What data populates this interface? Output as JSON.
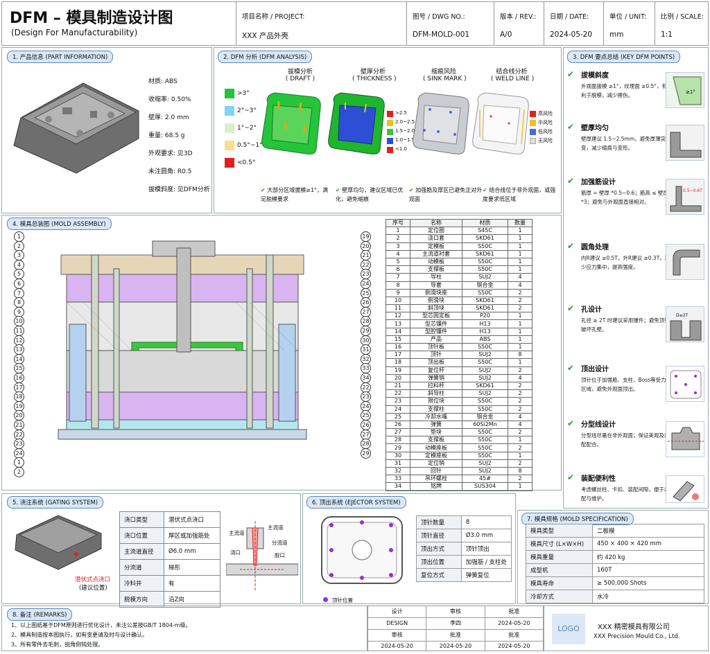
{
  "header": {
    "title": "DFM – 模具制造设计图",
    "subtitle": "(Design For Manufacturability)",
    "project_label": "项目名称 / PROJECT:",
    "project": "XXX 产品外壳",
    "dwg_label": "图号 / DWG NO.:",
    "dwg": "DFM-MOLD-001",
    "rev_label": "版本 / REV.:",
    "rev": "A/0",
    "date_label": "日期 / DATE:",
    "date": "2024-05-20",
    "unit_label": "单位 / UNIT:",
    "unit": "mm",
    "scale_label": "比例 / SCALE:",
    "scale": "1:1"
  },
  "s1": {
    "title": "1. 产品信息 (PART INFORMATION)",
    "items": [
      "材质: ABS",
      "收缩率: 0.50%",
      "壁厚: 2.0 mm",
      "重量: 68.5 g",
      "外观要求: 见3D",
      "未注圆角: R0.5",
      "拔模斜度: 见DFM分析"
    ]
  },
  "s2": {
    "title": "2. DFM 分析 (DFM ANALYSIS)",
    "cols": [
      {
        "t": "拔模分析",
        "s": "( DRAFT )"
      },
      {
        "t": "壁厚分析",
        "s": "( THICKNESS )"
      },
      {
        "t": "缩痕风险",
        "s": "( SINK MARK )"
      },
      {
        "t": "结合线分析",
        "s": "( WELD LINE )"
      }
    ],
    "draft_legend": [
      ">3°",
      "2°~3°",
      "1°~2°",
      "0.5°~1°",
      "<0.5°"
    ],
    "thick_legend": [
      ">2.5",
      "2.0~2.5",
      "1.5~2.0",
      "1.0~1.5",
      "<1.0"
    ],
    "weld_legend": [
      "高风险",
      "中风险",
      "低风险",
      "无风险"
    ],
    "notes": [
      "大部分区域拔模≥1°，满足脱模要求",
      "壁厚均匀，建议区域已优化，避免缩痕",
      "加强筋及厚区已避免正对外观面",
      "结合线位于非外观面，或强度要求低区域"
    ]
  },
  "s3": {
    "title": "3. DFM 要点总结 (KEY DFM POINTS)",
    "points": [
      {
        "t": "拔模斜度",
        "d": "外观面拔模 ≥1°，纹理面 ≥0.5°，有利于脱模，减少擦伤。",
        "fig": "≥1°"
      },
      {
        "t": "壁厚均匀",
        "d": "壁厚建议 1.5~2.5mm，避免厚薄突变，减少缩痕与变形。",
        "fig": ""
      },
      {
        "t": "加强筋设计",
        "d": "筋厚 = 壁厚 *0.5~0.6；筋高 ≤ 壁厚 *3；避免与外观面直接相对。",
        "fig": "0.5~0.6T"
      },
      {
        "t": "圆角处理",
        "d": "内R建议 ≥0.5T，外R建议 ≥0.3T，减少应力集中，提高强度。",
        "fig": ""
      },
      {
        "t": "孔设计",
        "d": "孔径 ≥ 2T 时建议采用镶件；避免顶针破坏孔壁。",
        "fig": "D≥2T"
      },
      {
        "t": "顶出设计",
        "d": "顶针位于加强筋、支柱、Boss等受力区域，避免外观面顶出。",
        "fig": ""
      },
      {
        "t": "分型线设计",
        "d": "分型线尽量在非外观面；保证美观及装配配合。",
        "fig": ""
      },
      {
        "t": "装配便利性",
        "d": "考虑螺丝柱、卡扣、装配间隙，便于装配与维护。",
        "fig": ""
      }
    ]
  },
  "s4": {
    "title": "4. 模具总装图 (MOLD ASSEMBLY)",
    "bom_head": [
      "序号",
      "名称",
      "材质",
      "数量"
    ],
    "bom": [
      [
        "1",
        "定位圈",
        "S45C",
        "1"
      ],
      [
        "2",
        "浇口套",
        "SKD61",
        "1"
      ],
      [
        "3",
        "定模板",
        "S50C",
        "1"
      ],
      [
        "4",
        "主流道衬套",
        "SKD61",
        "1"
      ],
      [
        "5",
        "动模板",
        "S50C",
        "1"
      ],
      [
        "6",
        "支撑板",
        "S50C",
        "1"
      ],
      [
        "7",
        "导柱",
        "SUJ2",
        "4"
      ],
      [
        "8",
        "导套",
        "铜合金",
        "4"
      ],
      [
        "9",
        "侧滑块座",
        "S50C",
        "2"
      ],
      [
        "10",
        "侧滑块",
        "SKD61",
        "2"
      ],
      [
        "11",
        "斜顶块",
        "SKD61",
        "2"
      ],
      [
        "12",
        "型芯固定板",
        "P20",
        "1"
      ],
      [
        "13",
        "型芯镶件",
        "H13",
        "1"
      ],
      [
        "14",
        "型腔镶件",
        "H13",
        "1"
      ],
      [
        "15",
        "产品",
        "ABS",
        "1"
      ],
      [
        "16",
        "顶针板",
        "S50C",
        "1"
      ],
      [
        "17",
        "顶针",
        "SUJ2",
        "8"
      ],
      [
        "18",
        "顶出板",
        "S50C",
        "1"
      ],
      [
        "19",
        "复位杆",
        "SUJ2",
        "2"
      ],
      [
        "20",
        "弹簧销",
        "SUJ2",
        "4"
      ],
      [
        "21",
        "拉料杆",
        "SKD61",
        "2"
      ],
      [
        "22",
        "斜导柱",
        "SUJ2",
        "2"
      ],
      [
        "23",
        "限位块",
        "S50C",
        "2"
      ],
      [
        "24",
        "支撑柱",
        "S50C",
        "2"
      ],
      [
        "25",
        "冷却水嘴",
        "铜合金",
        "4"
      ],
      [
        "26",
        "弹簧",
        "60Si2Mn",
        "4"
      ],
      [
        "27",
        "垫块",
        "S50C",
        "2"
      ],
      [
        "28",
        "支撑板",
        "S50C",
        "1"
      ],
      [
        "29",
        "动模座板",
        "S50C",
        "2"
      ],
      [
        "30",
        "定模座板",
        "S50C",
        "1"
      ],
      [
        "31",
        "定位销",
        "SUJ2",
        "2"
      ],
      [
        "32",
        "回针",
        "SUJ2",
        "8"
      ],
      [
        "33",
        "吊环螺栓",
        "45#",
        "2"
      ],
      [
        "34",
        "铭牌",
        "SUS304",
        "1"
      ]
    ],
    "left_balloons": [
      "1",
      "2",
      "3",
      "4",
      "5",
      "6",
      "7",
      "8",
      "9",
      "10",
      "11",
      "12",
      "13",
      "14",
      "15",
      "16",
      "17",
      "18",
      "19",
      "20",
      "21",
      "22",
      "23",
      "24",
      "1",
      "2"
    ],
    "right_balloons": [
      "19",
      "20",
      "21",
      "22",
      "23",
      "24",
      "25",
      "26",
      "27",
      "28",
      "29",
      "30",
      "31",
      "32",
      "33",
      "34",
      "22",
      "23",
      "24",
      "25",
      "26",
      "27",
      "28",
      "29"
    ]
  },
  "s5": {
    "title": "5. 浇注系统 (GATING SYSTEM)",
    "gate_label": "潜伏式点浇口",
    "gate_sub": "(建议位置)",
    "rows": [
      [
        "浇口类型",
        "潜伏式点浇口"
      ],
      [
        "浇口位置",
        "厚区或加强筋处"
      ],
      [
        "主流道直径",
        "Ø6.0 mm"
      ],
      [
        "分流道",
        "梯形"
      ],
      [
        "冷料井",
        "有"
      ],
      [
        "脱模方向",
        "沿Z向"
      ]
    ],
    "fig_labels": [
      "主流道",
      "主流道",
      "分流道",
      "浇口",
      "胶口"
    ]
  },
  "s6": {
    "title": "6. 顶出系统 (EJECTOR SYSTEM)",
    "legend": "顶针位置",
    "rows": [
      [
        "顶针数量",
        "8"
      ],
      [
        "顶针直径",
        "Ø3.0 mm"
      ],
      [
        "顶出方式",
        "顶针顶出"
      ],
      [
        "顶出位置",
        "加强筋 / 支柱处"
      ],
      [
        "复位方式",
        "弹簧复位"
      ]
    ]
  },
  "s7": {
    "title": "7. 模具规格 (MOLD SPECIFICATION)",
    "rows": [
      [
        "模具类型",
        "二板模"
      ],
      [
        "模具尺寸 (L×W×H)",
        "450 × 400 × 420 mm"
      ],
      [
        "模具重量",
        "约 420 kg"
      ],
      [
        "成型机",
        "160T"
      ],
      [
        "模具寿命",
        "≥ 500,000 Shots"
      ],
      [
        "冷却方式",
        "水冷"
      ]
    ]
  },
  "s8": {
    "title": "8. 备注 (REMARKS)",
    "items": [
      "1、以上图纸基于DFM原则进行优化设计，未注公差按GB/T 1804-m级。",
      "2、模具制造按本图执行，如有变更请及时与设计确认。",
      "3、所有零件去毛刺，锐角倒钝处理。"
    ]
  },
  "sign": {
    "h": [
      "设计",
      "审核",
      "批准"
    ],
    "r1": [
      "DESIGN",
      "李四",
      "2024-05-20"
    ],
    "h2": [
      "审核",
      "批准",
      "批准"
    ],
    "r2": [
      "2024-05-20",
      "2024-05-20",
      "2024-05-20"
    ]
  },
  "company": {
    "logo": "LOGO",
    "cn": "XXX 精密模具有限公司",
    "en": "XXX Precision Mould Co., Ltd."
  },
  "colors": {
    "accent": "#2a9a3a",
    "title_bg": "#d9e8f7",
    "red": "#e02020"
  }
}
